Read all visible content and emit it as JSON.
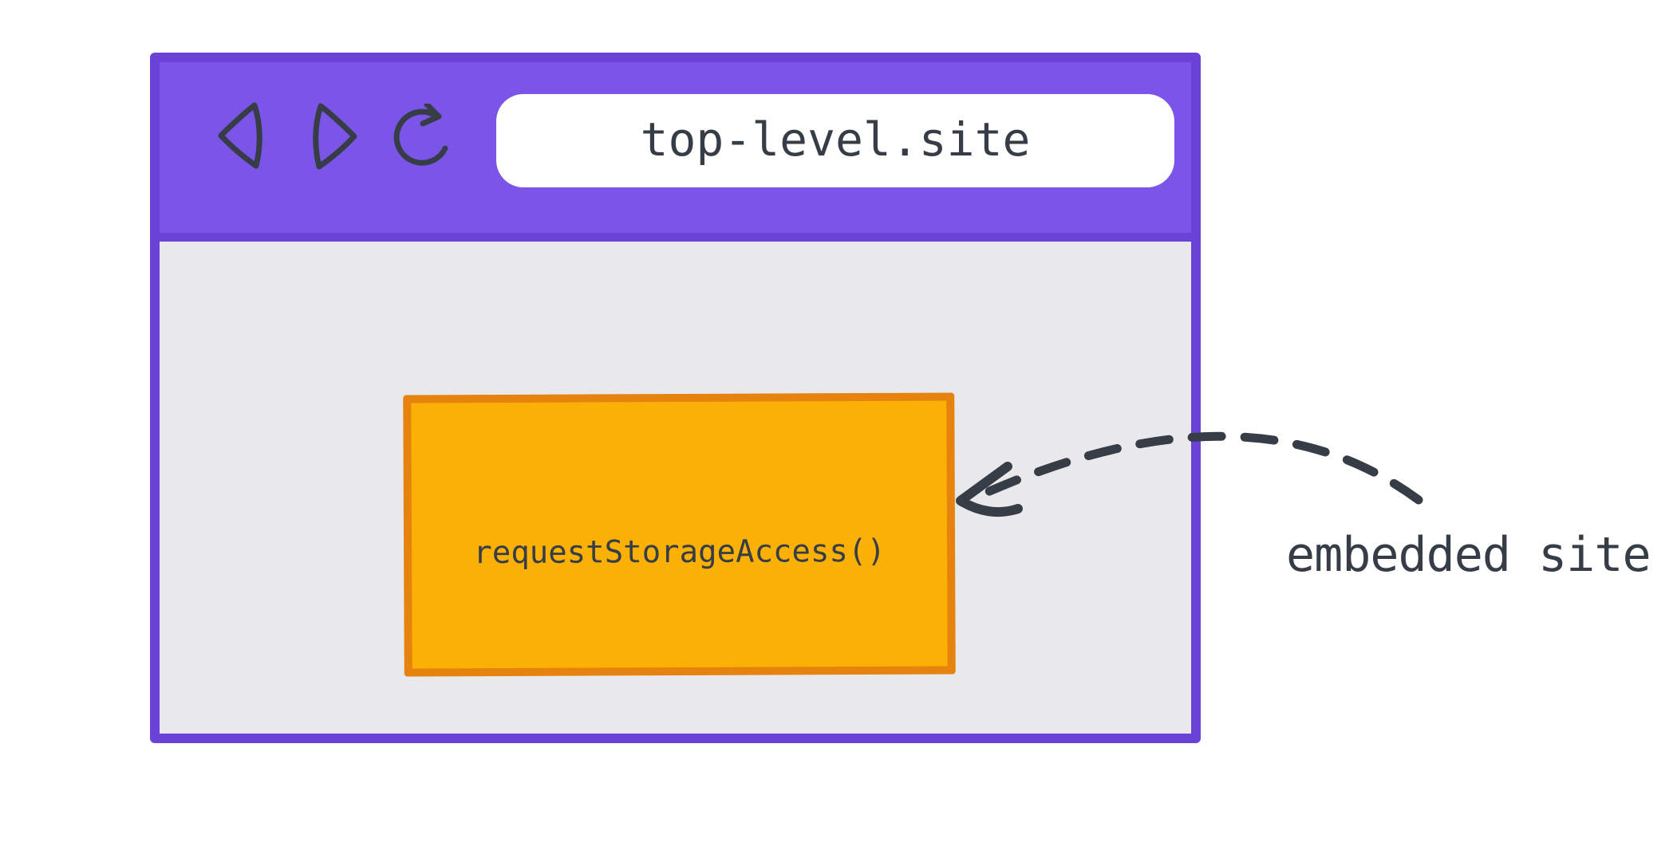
{
  "colors": {
    "page_background": "#FFFFFF",
    "purple_fill": "#7B55E8",
    "purple_border": "#6A42D5",
    "content_gray": "#E9E9EB",
    "address_bar_white": "#FFFFFF",
    "orange_fill": "#FBB005",
    "orange_border": "#E6820E",
    "ink": "#363D47"
  },
  "browser_window": {
    "toolbar": {
      "icons": [
        {
          "name": "back-icon",
          "glyph": "◁"
        },
        {
          "name": "forward-icon",
          "glyph": "▷"
        },
        {
          "name": "reload-icon",
          "glyph": "⟳"
        }
      ],
      "address_bar": {
        "value": "top-level.site"
      }
    },
    "content": {
      "embedded_frame": {
        "label": "requestStorageAccess()"
      }
    }
  },
  "annotation": {
    "embedded_site_label": "embedded site",
    "arrow": "dashed-curved-arrow"
  }
}
